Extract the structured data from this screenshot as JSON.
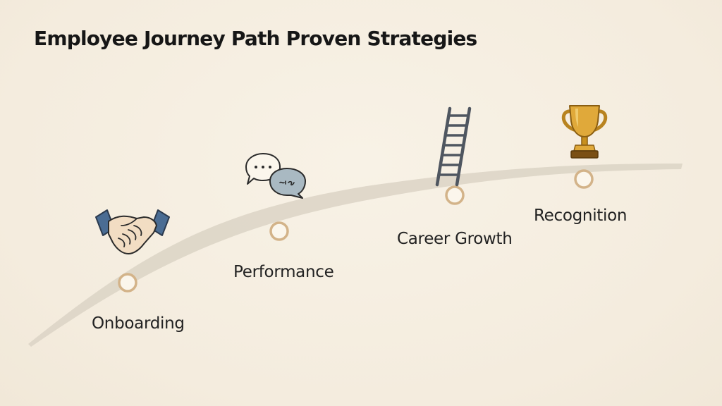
{
  "title": "Employee Journey Path Proven Strategies",
  "stages": [
    {
      "label": "Onboarding",
      "icon": "handshake-icon"
    },
    {
      "label": "Performance",
      "icon": "speech-bubbles-icon"
    },
    {
      "label": "Career Growth",
      "icon": "ladder-icon"
    },
    {
      "label": "Recognition",
      "icon": "trophy-icon"
    }
  ],
  "colors": {
    "background": "#f6efe2",
    "path": "#ddd5c6",
    "milestone_ring": "#d3b389",
    "milestone_fill": "#fbf6ec",
    "trophy_gold": "#e0a93a",
    "sleeve_blue": "#4a6c93"
  }
}
